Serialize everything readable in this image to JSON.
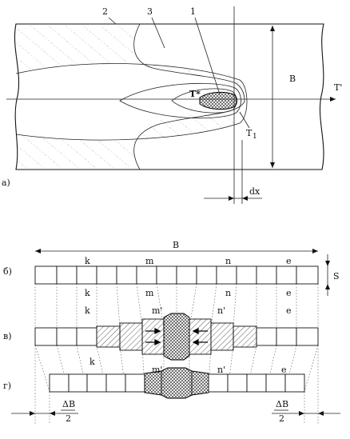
{
  "labels": {
    "sub_a": "а)",
    "sub_b": "б)",
    "sub_v": "в)",
    "sub_g": "г)",
    "zone_2": "2",
    "zone_3": "3",
    "zone_1": "1",
    "t_star": "T*",
    "t_prime": "T'",
    "t_one": "T",
    "t_one_sub": "1",
    "b_top": "B",
    "b_mid": "B",
    "dx": "dx",
    "s": "S",
    "k": "k",
    "m": "m",
    "n": "n",
    "e": "e",
    "m_prime": "m'",
    "n_prime": "n'",
    "delta_b": "ΔB",
    "half": "2"
  },
  "colors": {
    "line": "#111111",
    "hatch": "#555555",
    "paper": "#ffffff"
  }
}
